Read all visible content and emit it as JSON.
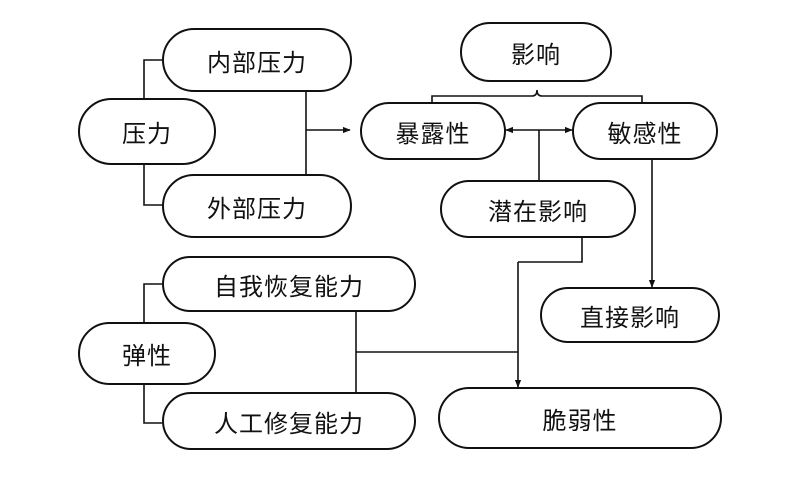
{
  "nodes": {
    "internal_pressure": "内部压力",
    "pressure": "压力",
    "external_pressure": "外部压力",
    "impact": "影响",
    "exposure": "暴露性",
    "sensitivity": "敏感性",
    "potential_impact": "潜在影响",
    "direct_impact": "直接影响",
    "self_recovery": "自我恢复能力",
    "resilience": "弹性",
    "artificial_recovery": "人工修复能力",
    "vulnerability": "脆弱性"
  }
}
